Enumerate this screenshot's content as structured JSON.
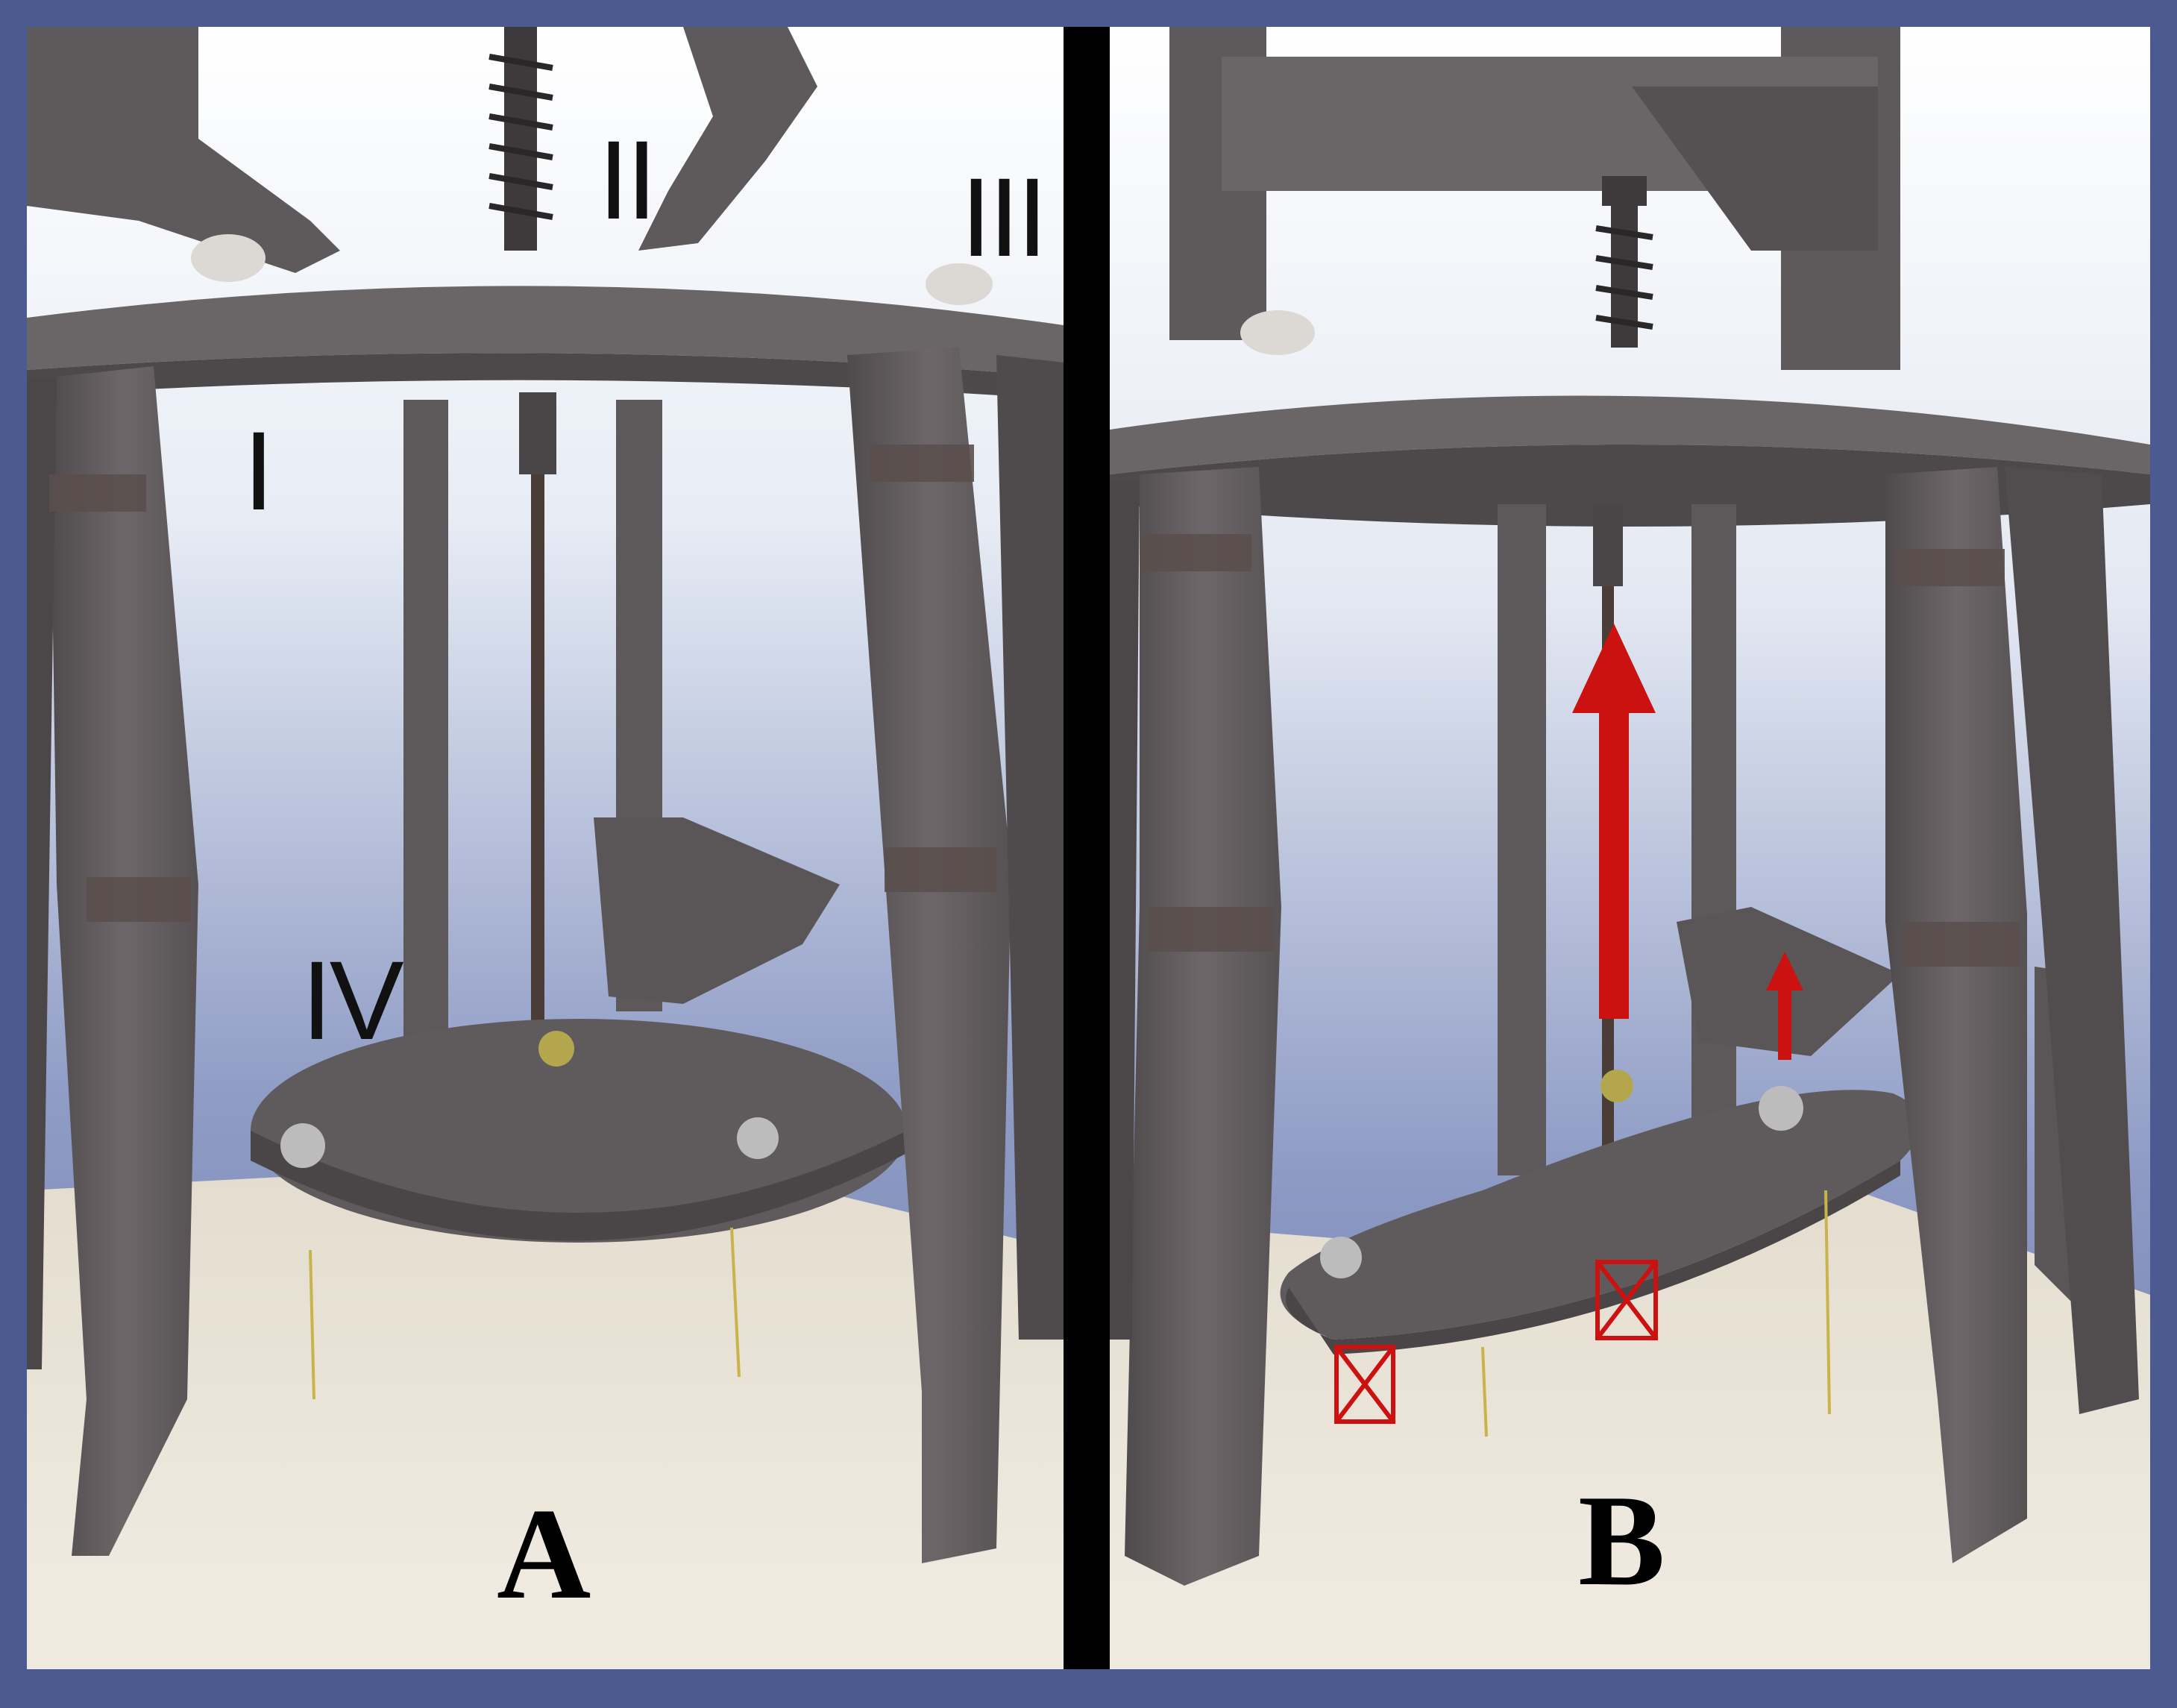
{
  "figure": {
    "panels": [
      {
        "letter": "A",
        "labels": {
          "I": "I",
          "II": "II",
          "III": "III",
          "IV": "IV"
        }
      },
      {
        "letter": "B",
        "markers": [
          "up-arrow-large",
          "up-arrow-small",
          "x-box",
          "x-box"
        ]
      }
    ],
    "colors": {
      "frame": "#4c5a92",
      "divider": "#000000",
      "structure": "#666163",
      "base": "#ece6da",
      "annotation": "#cc1111"
    }
  }
}
